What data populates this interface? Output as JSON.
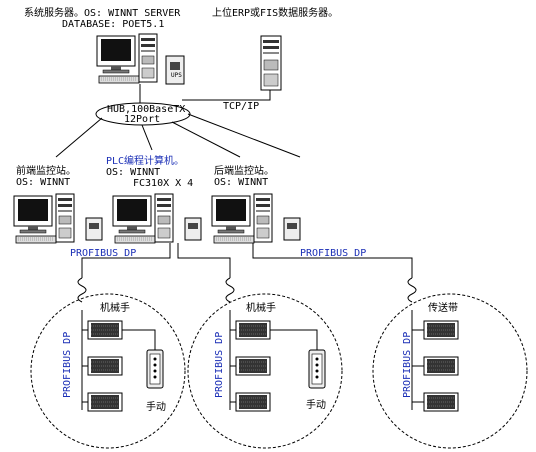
{
  "labels": {
    "system_server": "系统服务器。OS: WINNT SERVER",
    "database": "DATABASE: POET5.1",
    "upper_server": "上位ERP或FIS数据服务器。",
    "hub": "HUB,100BaseTX",
    "hub_ports": "12Port",
    "tcpip": "TCP/IP",
    "front_station": "前端监控站。",
    "front_os": "OS: WINNT",
    "plc_pc": "PLC编程计算机。",
    "plc_os": "OS: WINNT",
    "plc_cards": "FC310X X 4",
    "rear_station": "后端监控站。",
    "rear_os": "OS: WINNT",
    "profibus_left": "PROFIBUS DP",
    "profibus_right": "PROFIBUS DP",
    "zone1_title": "机械手",
    "zone1_bus": "PROFIBUS DP",
    "zone1_panel": "手动",
    "zone2_title": "机械手",
    "zone2_bus": "PROFIBUS DP",
    "zone2_panel": "手动",
    "zone3_title": "传送带",
    "zone3_bus": "PROFIBUS DP",
    "ups": "UPS"
  }
}
